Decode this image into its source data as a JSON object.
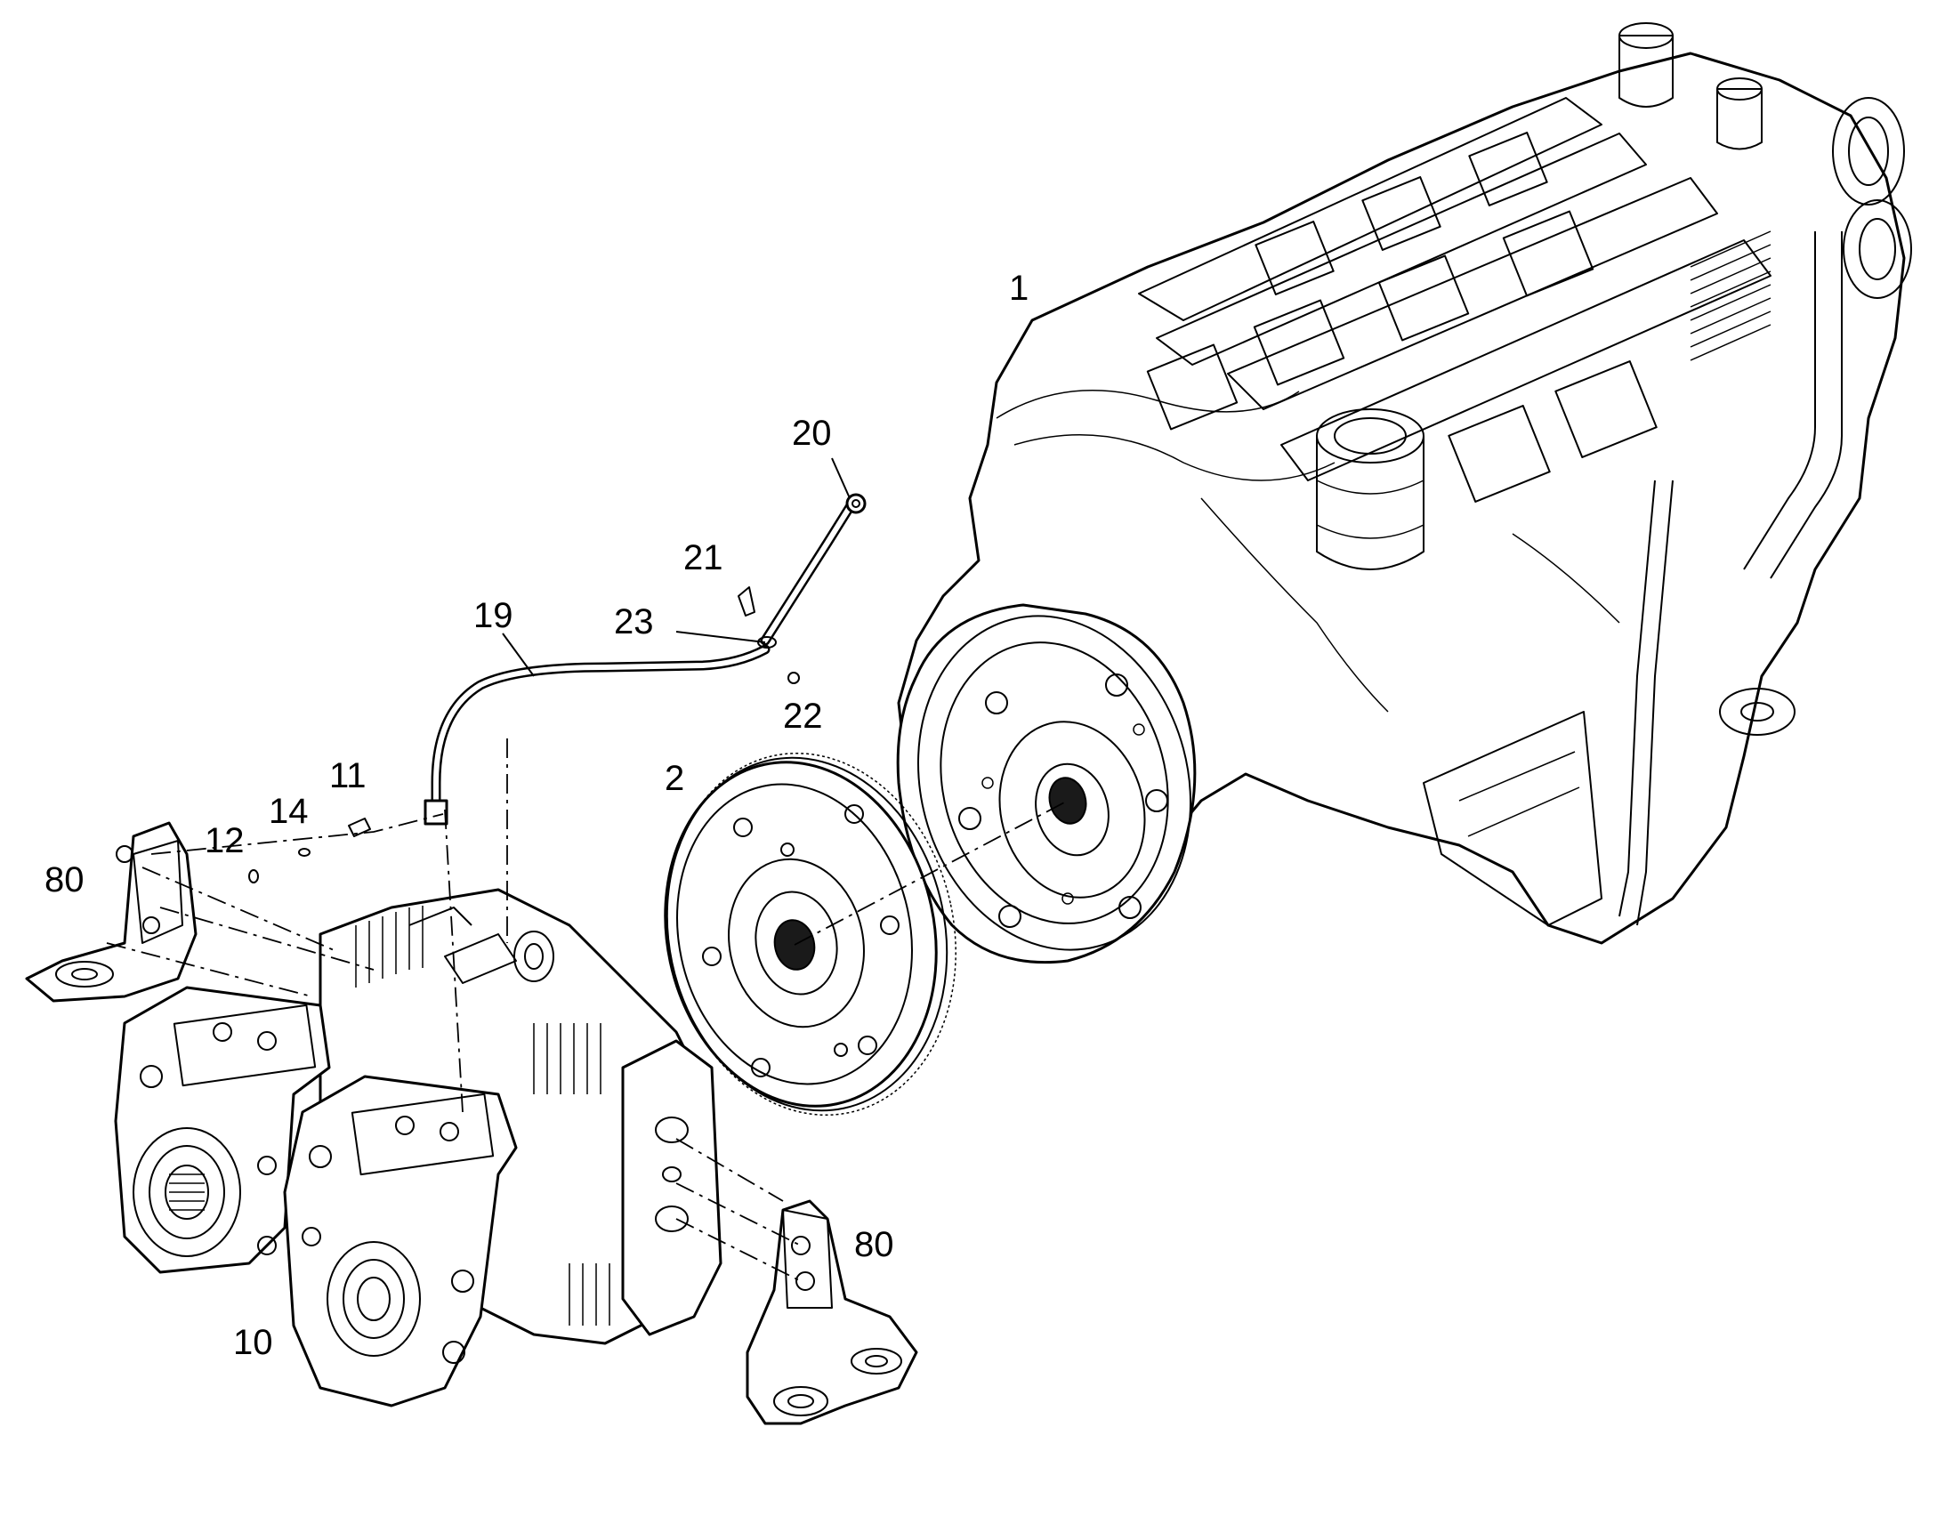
{
  "callouts": {
    "c1": "1",
    "c2": "2",
    "c10": "10",
    "c11": "11",
    "c12": "12",
    "c14": "14",
    "c19": "19",
    "c20": "20",
    "c21": "21",
    "c22": "22",
    "c23": "23",
    "c80_left": "80",
    "c80_right": "80"
  }
}
